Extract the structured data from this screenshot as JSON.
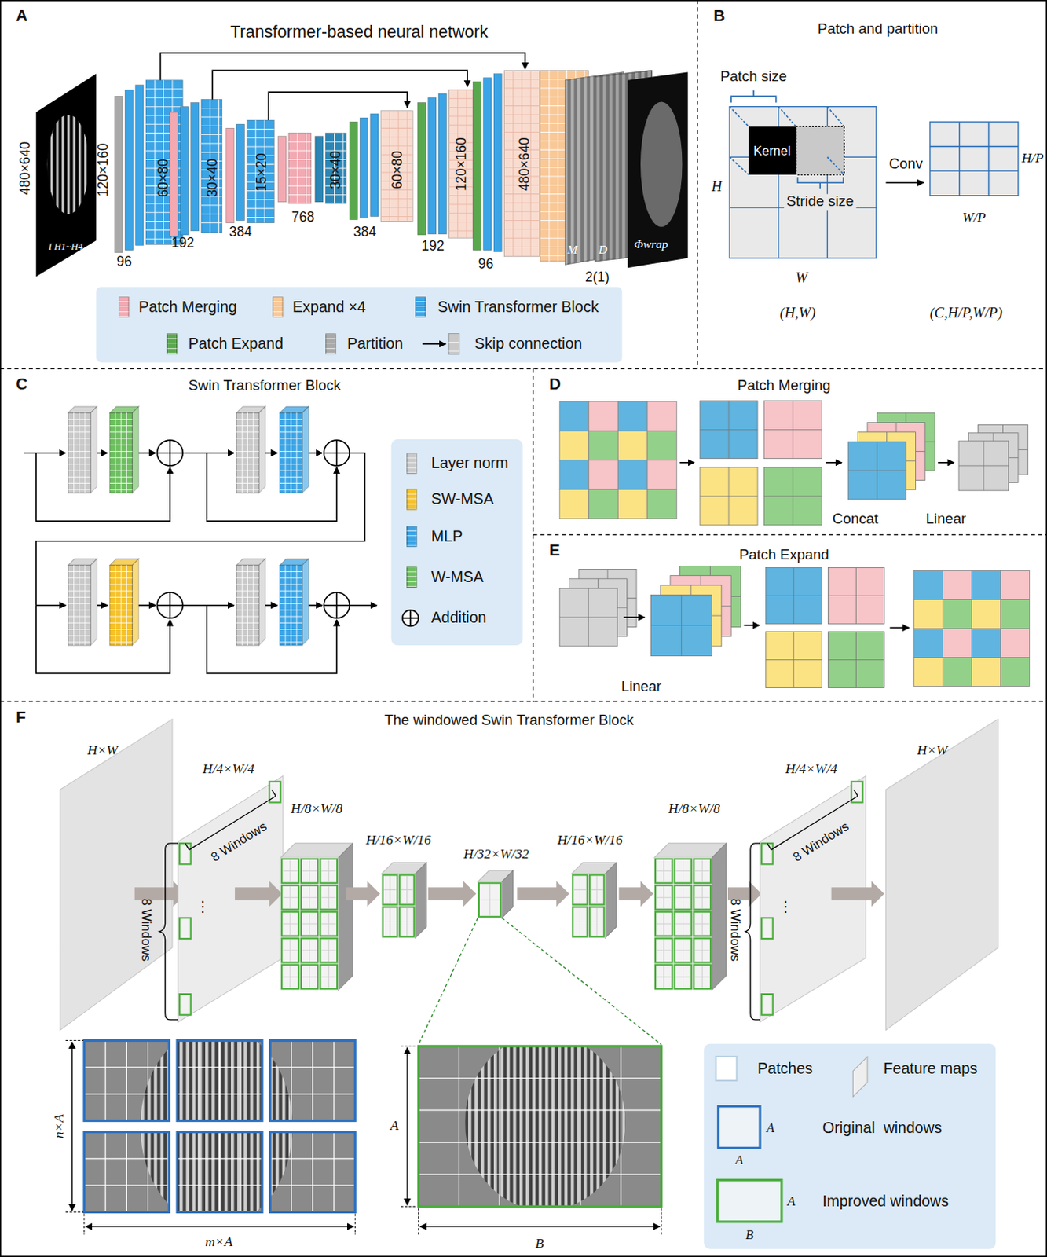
{
  "diagram": {
    "nodes": [
      {
        "text": [
          "A",
          "Transformer-based neural network"
        ]
      },
      {
        "text": [
          "B",
          "Patch and partition"
        ]
      },
      {
        "text": [
          "C",
          "Swin Transformer Block"
        ]
      },
      {
        "text": [
          "D",
          "Patch Merging"
        ]
      },
      {
        "text": [
          "E",
          "Patch Expand"
        ]
      },
      {
        "text": [
          "F",
          "The windowed Swin Transformer Block"
        ]
      }
    ],
    "labels": [
      "480×640",
      "I H1~H4",
      "120×160",
      "96",
      "60×80",
      "192",
      "30×40",
      "384",
      "15×20",
      "768",
      "30×40",
      "384",
      "60×80",
      "192",
      "120×160",
      "96",
      "480×640",
      "M",
      "D",
      "2(1)",
      "Φwrap",
      "Patch size",
      "Kernel",
      "Stride size",
      "H",
      "W",
      "(H,W)",
      "Conv",
      "H/P",
      "W/P",
      "(C,H/P,W/P)",
      "Concat",
      "Linear",
      "Linear",
      "H×W",
      "H/4×W/4",
      "8 Windows",
      "8 Windows",
      "⋮",
      "H/8×W/8",
      "H/16×W/16",
      "H/32×W/32",
      "H/16×W/16",
      "H/8×W/8",
      "H/4×W/4",
      "8 Windows",
      "8 Windows",
      "⋮",
      "H×W",
      "n×A",
      "m×A",
      "A",
      "B",
      "A",
      "A",
      "A",
      "B"
    ],
    "legend": [
      {
        "text": "Patch Merging",
        "color": "#f2a9b2"
      },
      {
        "text": "Expand ×4",
        "color": "#f9c896"
      },
      {
        "text": "Swin Transformer Block",
        "color": "#3aa4e6"
      },
      {
        "text": "Patch Expand",
        "color": "#5aa84e"
      },
      {
        "text": "Partition",
        "color": "#a9a9a9"
      },
      {
        "text": "Skip connection"
      },
      {
        "text": "Layer norm",
        "color": "#c9c9c9"
      },
      {
        "text": "SW-MSA",
        "color": "#f5c22b"
      },
      {
        "text": "MLP",
        "color": "#3aa4e6"
      },
      {
        "text": "W-MSA",
        "color": "#6cbf5e"
      },
      {
        "text": "Addition"
      },
      {
        "text": "Patches"
      },
      {
        "text": "Feature maps"
      },
      {
        "text": "Original  windows"
      },
      {
        "text": "Improved windows"
      }
    ]
  }
}
